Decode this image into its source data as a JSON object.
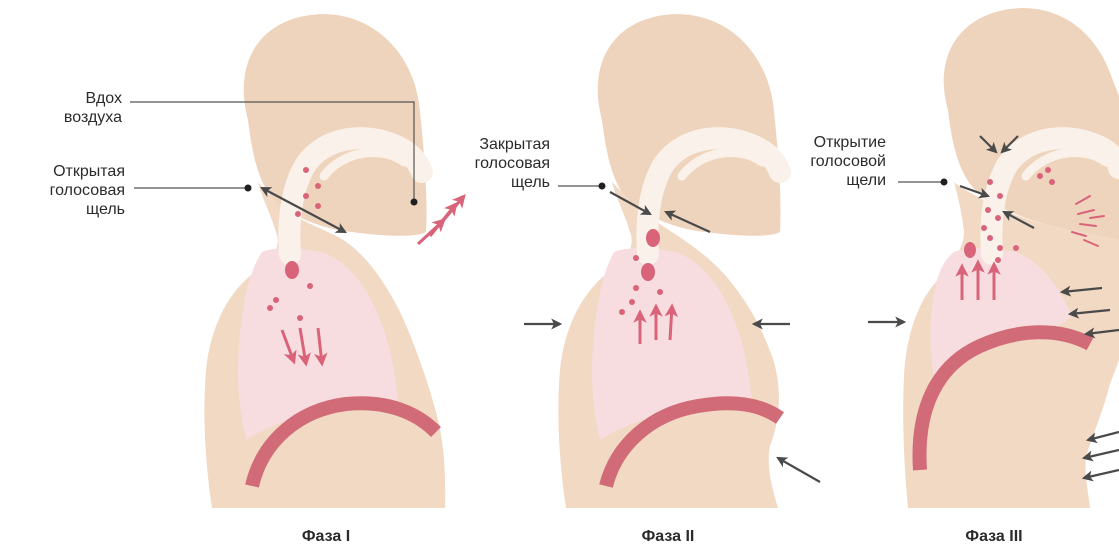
{
  "figure": {
    "phases": [
      {
        "title": "Фаза I"
      },
      {
        "title": "Фаза II"
      },
      {
        "title": "Фаза III"
      }
    ],
    "callouts": {
      "inhale": [
        "Вдох",
        "воздуха"
      ],
      "open_glottis": [
        "Открытая",
        "голосовая",
        "щель"
      ],
      "closed_glottis": [
        "Закрытая",
        "голосовая",
        "щель"
      ],
      "glottis_opening": [
        "Открытие",
        "голосовой",
        "щели"
      ]
    }
  },
  "colors": {
    "body": "#f1d9c3",
    "head": "#eed4bd",
    "airway": "#faf2ea",
    "lung": "#f8dde0",
    "diaphragm": "#d26b78",
    "particle": "#d9647a",
    "pink_arrow": "#d9647a",
    "dark_arrow": "#4a4a4a",
    "leader_line": "#555555",
    "text": "#2b2b2b"
  }
}
